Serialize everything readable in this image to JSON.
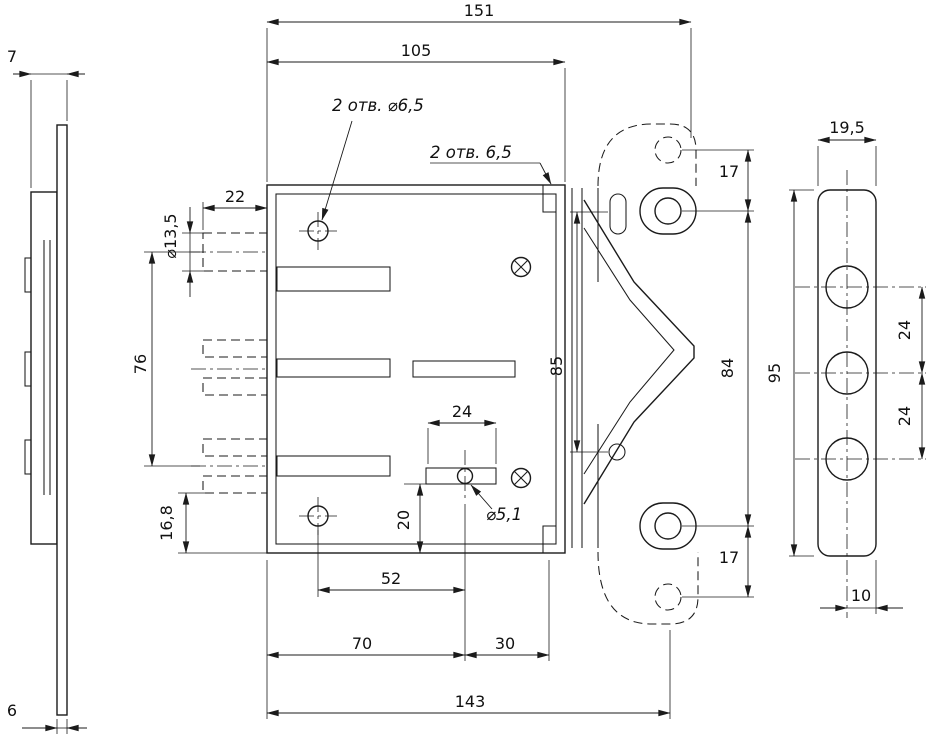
{
  "drawing": {
    "background": "#ffffff",
    "line_color": "#1b1b1b",
    "views": {
      "left_side": {
        "dims": {
          "thickness_top": "7",
          "thickness_bottom": "6"
        }
      },
      "front": {
        "dims": {
          "overall_width": "151",
          "case_width": "105",
          "holes_label_round": "2 отв. ⌀6,5",
          "holes_label_plain": "2 отв. 6,5",
          "bolt_throw": "22",
          "deadbolt_diameter": "⌀13,5",
          "bolt_spacing": "76",
          "bottom_offset": "16,8",
          "case_height": "85",
          "slot_width": "24",
          "slot_offset": "20",
          "small_hole_diameter": "⌀5,1",
          "hole_span": "52",
          "left_span": "70",
          "right_span": "30",
          "mount_width": "143",
          "plate_hole_top": "17",
          "plate_hole_span": "84",
          "plate_hole_bottom": "17"
        }
      },
      "right_side": {
        "dims": {
          "width": "19,5",
          "height": "95",
          "hole_pitch_upper": "24",
          "hole_pitch_lower": "24",
          "center_to_edge": "10"
        }
      }
    }
  }
}
